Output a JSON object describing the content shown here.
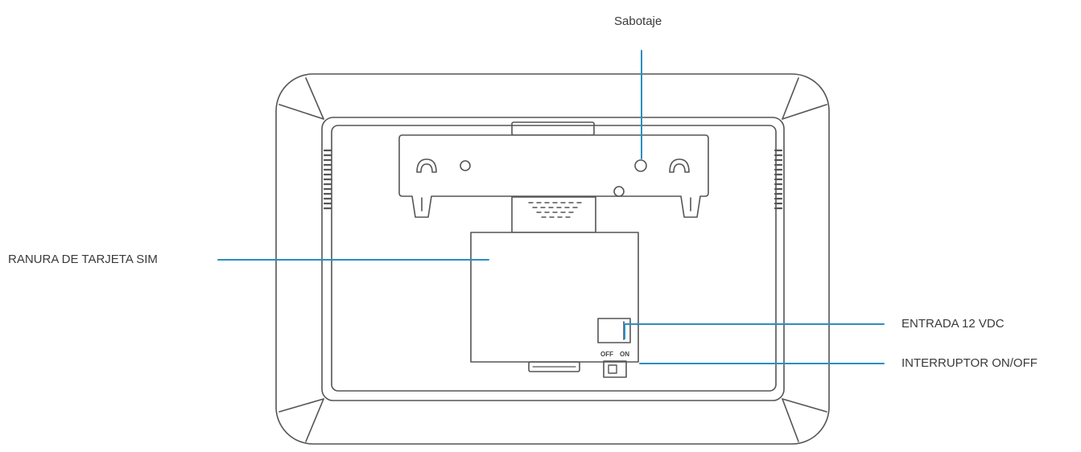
{
  "diagram": {
    "callouts": {
      "tamper": "Sabotaje",
      "sim_slot": "RANURA DE TARJETA SIM",
      "dc_input": "ENTRADA 12 VDC",
      "power_switch": "INTERRUPTOR ON/OFF"
    },
    "switch_marks": {
      "off": "OFF",
      "on": "ON"
    },
    "colors": {
      "leader_line": "#2a8fc1",
      "outline": "#555555"
    }
  }
}
